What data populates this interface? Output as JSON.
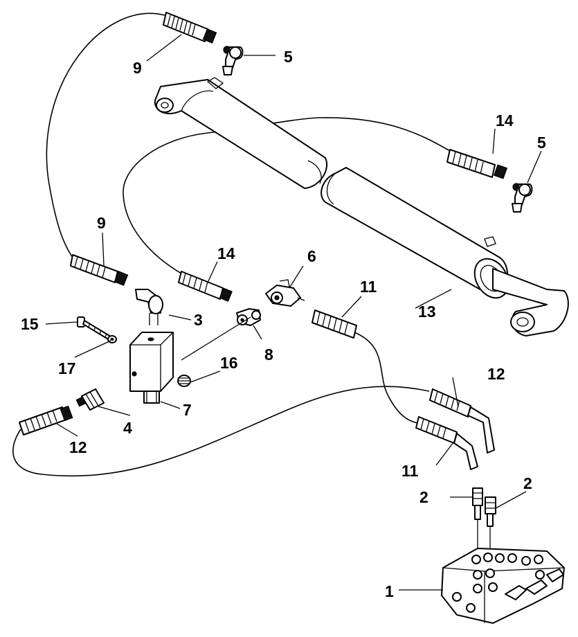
{
  "labels": {
    "p1": "1",
    "p2a": "2",
    "p2b": "2",
    "p3": "3",
    "p4": "4",
    "p5a": "5",
    "p5b": "5",
    "p6": "6",
    "p7": "7",
    "p8": "8",
    "p9a": "9",
    "p9b": "9",
    "p11a": "11",
    "p11b": "11",
    "p12a": "12",
    "p12b": "12",
    "p13": "13",
    "p14a": "14",
    "p14b": "14",
    "p15": "15",
    "p16": "16",
    "p17": "17"
  }
}
